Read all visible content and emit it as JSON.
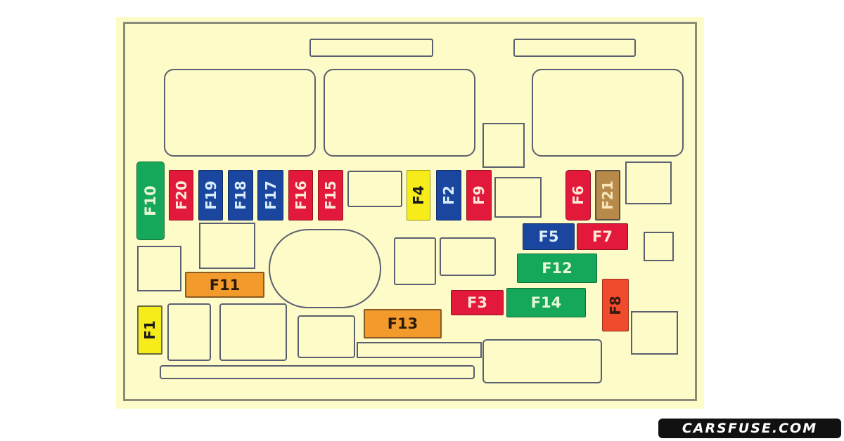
{
  "diagram": {
    "type": "fuse box layout",
    "colors": {
      "background": "#fdfbc8",
      "outline": "#5b6070",
      "red": "#e3193c",
      "blue": "#1b46a0",
      "green": "#16a85a",
      "yellow": "#f5ec1a",
      "orange": "#f39a2c",
      "tan": "#b88a4a",
      "orange_red": "#ef4b2c"
    },
    "fuses": {
      "F1": "F1",
      "F2": "F2",
      "F3": "F3",
      "F4": "F4",
      "F5": "F5",
      "F6": "F6",
      "F7": "F7",
      "F8": "F8",
      "F9": "F9",
      "F10": "F10",
      "F11": "F11",
      "F12": "F12",
      "F13": "F13",
      "F14": "F14",
      "F15": "F15",
      "F16": "F16",
      "F17": "F17",
      "F18": "F18",
      "F19": "F19",
      "F20": "F20",
      "F21": "F21"
    }
  },
  "watermark": {
    "text": "CARSFUSE.COM"
  }
}
